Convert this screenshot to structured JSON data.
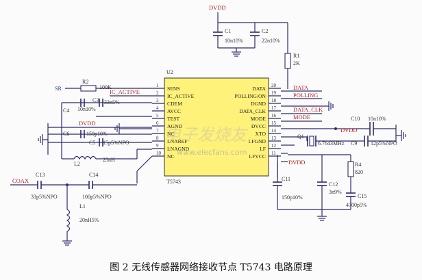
{
  "caption": "图 2  无线传感器网络接收节点 T5743 电路原理",
  "ic": {
    "ref": "U2",
    "part": "T5743",
    "left_pins": [
      {
        "num": "1",
        "name": "SENS"
      },
      {
        "num": "2",
        "name": "IC_ACTIVE"
      },
      {
        "num": "3",
        "name": "CDEM"
      },
      {
        "num": "4",
        "name": "AVCC"
      },
      {
        "num": "5",
        "name": "TEST"
      },
      {
        "num": "6",
        "name": "AGND"
      },
      {
        "num": "7",
        "name": "NC"
      },
      {
        "num": "8",
        "name": "LNAREF"
      },
      {
        "num": "9",
        "name": "LNAGND"
      },
      {
        "num": "10",
        "name": "NC"
      }
    ],
    "right_pins": [
      {
        "num": "20",
        "name": "DATA"
      },
      {
        "num": "19",
        "name": "POLLING/ON"
      },
      {
        "num": "18",
        "name": "DGND"
      },
      {
        "num": "17",
        "name": "DATA_CLK"
      },
      {
        "num": "16",
        "name": "MODE"
      },
      {
        "num": "15",
        "name": "DVCC"
      },
      {
        "num": "14",
        "name": "XTO"
      },
      {
        "num": "13",
        "name": "LFGND"
      },
      {
        "num": "12",
        "name": "LF"
      },
      {
        "num": "11",
        "name": "LFVCC"
      }
    ]
  },
  "nets": {
    "dvdd_top": "DVDD",
    "sr": "SR",
    "ic_active": "IC_ACTIVE",
    "dvdd_left": "DVDD",
    "data": "DATA",
    "polling": "POLLING",
    "data_clk": "DATA_CLK",
    "mode": "MODE",
    "dvdd_right": "DVDD",
    "dvdd_lf": "DVDD",
    "coax": "COAX"
  },
  "components": {
    "c1": {
      "ref": "C1",
      "value": "10n10%"
    },
    "c2": {
      "ref": "C2",
      "value": "22n10%"
    },
    "r1": {
      "ref": "R1",
      "value": "2K"
    },
    "r2": {
      "ref": "R2",
      "value": "100K"
    },
    "c3": {
      "ref": "C3",
      "value": "33n5%"
    },
    "c4": {
      "ref": "C4",
      "value": "10n10%"
    },
    "c6": {
      "ref": "C6",
      "value": "150p10%"
    },
    "c5": {
      "ref": "C5",
      "value": "15p5%NPO"
    },
    "l2": {
      "ref": "L2",
      "value": "25nH"
    },
    "c13": {
      "ref": "C13",
      "value": "33p5%NPO"
    },
    "c14": {
      "ref": "C14",
      "value": "100p5%NPO"
    },
    "l1": {
      "ref": "L1",
      "value": "20nH5%"
    },
    "c10": {
      "ref": "C10",
      "value": "10n10%"
    },
    "c9": {
      "ref": "C9",
      "value": "12p5%NPO"
    },
    "q1": {
      "ref": "Q1",
      "value": "6.7643MHz"
    },
    "r4": {
      "ref": "R4",
      "value": "820"
    },
    "c11": {
      "ref": "C11",
      "value": "150p10%"
    },
    "c12": {
      "ref": "C12",
      "value": "3n9%"
    },
    "c15": {
      "ref": "C15",
      "value": "4700p5%"
    }
  },
  "watermark": {
    "url": "www.elecfans.com",
    "brand": "电子发烧友"
  },
  "colors": {
    "ic_fill": "#fff27a",
    "wire": "#2b2b6e",
    "net_label": "#b21f1f"
  }
}
